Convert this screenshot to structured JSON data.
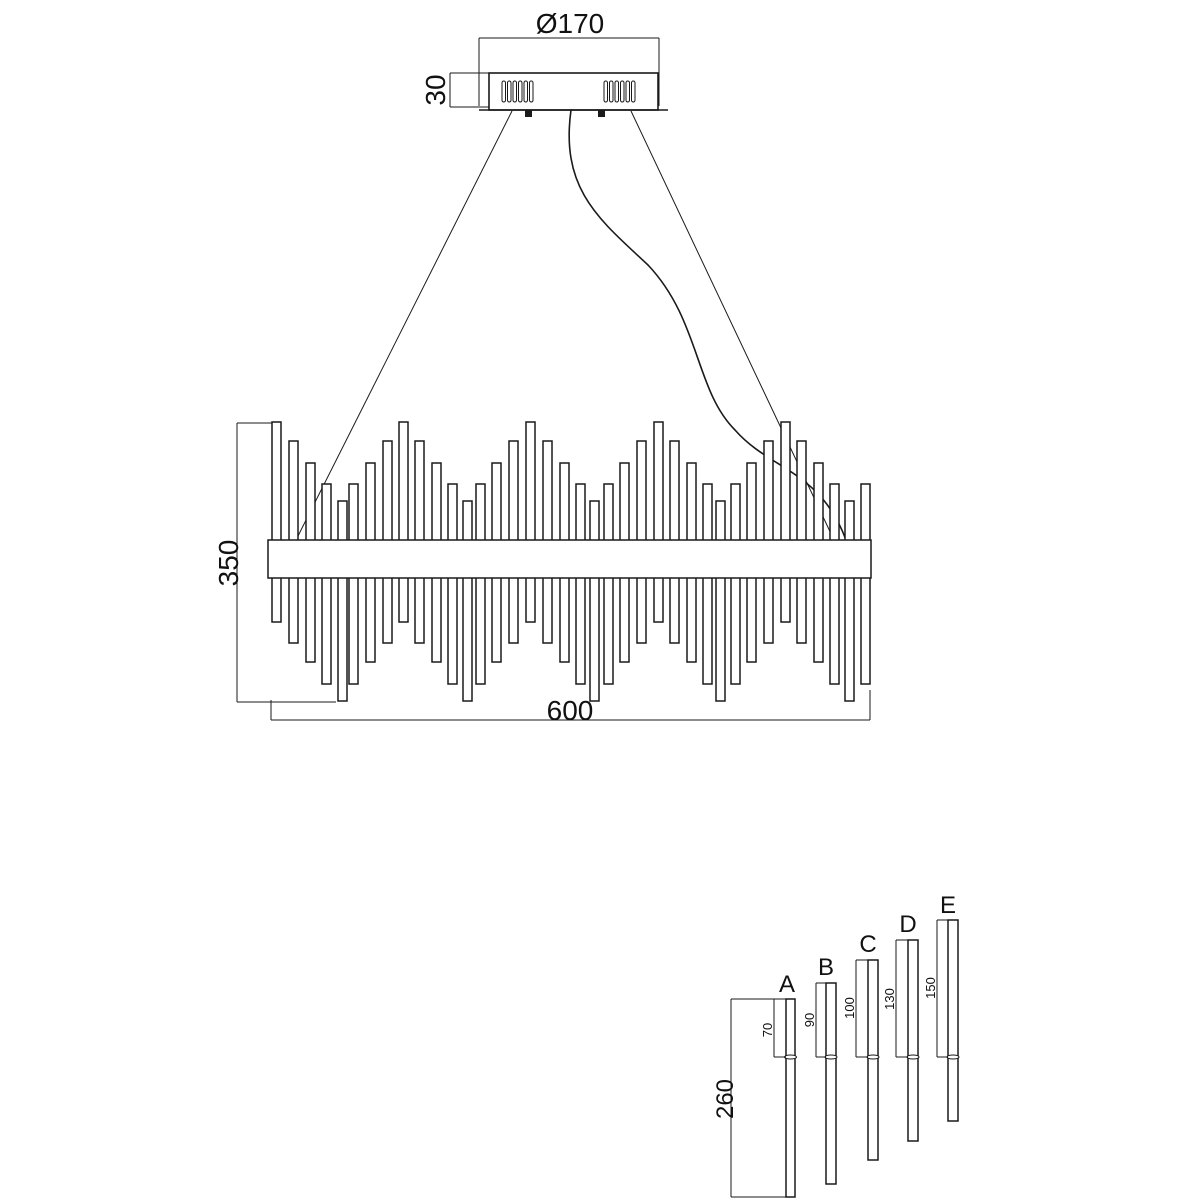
{
  "dimensions": {
    "canopy_diameter": "Ø170",
    "canopy_height": "30",
    "fixture_height": "350",
    "fixture_width": "600",
    "crystal_full_length": "260"
  },
  "crystals": [
    {
      "label": "A",
      "length": "70"
    },
    {
      "label": "B",
      "length": "90"
    },
    {
      "label": "C",
      "length": "100"
    },
    {
      "label": "D",
      "length": "130"
    },
    {
      "label": "E",
      "length": "150"
    }
  ],
  "colors": {
    "line": "#1a1a1a",
    "background": "#ffffff"
  }
}
